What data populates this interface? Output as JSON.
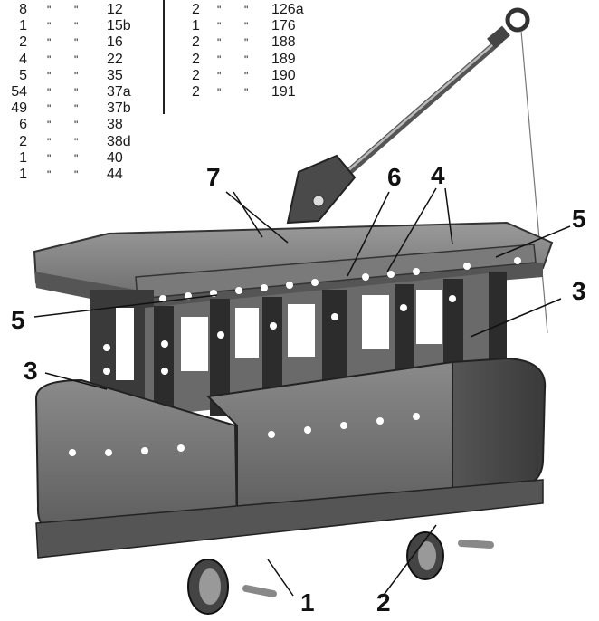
{
  "parts_list": {
    "left_column": [
      {
        "qty": "8",
        "ditto1": "\"",
        "ditto2": "\"",
        "part": "12"
      },
      {
        "qty": "1",
        "ditto1": "\"",
        "ditto2": "\"",
        "part": "15b"
      },
      {
        "qty": "2",
        "ditto1": "\"",
        "ditto2": "\"",
        "part": "16"
      },
      {
        "qty": "4",
        "ditto1": "\"",
        "ditto2": "\"",
        "part": "22"
      },
      {
        "qty": "5",
        "ditto1": "\"",
        "ditto2": "\"",
        "part": "35"
      },
      {
        "qty": "54",
        "ditto1": "\"",
        "ditto2": "\"",
        "part": "37a"
      },
      {
        "qty": "49",
        "ditto1": "\"",
        "ditto2": "\"",
        "part": "37b"
      },
      {
        "qty": "6",
        "ditto1": "\"",
        "ditto2": "\"",
        "part": "38"
      },
      {
        "qty": "2",
        "ditto1": "\"",
        "ditto2": "\"",
        "part": "38d"
      },
      {
        "qty": "1",
        "ditto1": "\"",
        "ditto2": "\"",
        "part": "40"
      },
      {
        "qty": "1",
        "ditto1": "\"",
        "ditto2": "\"",
        "part": "44"
      }
    ],
    "right_column": [
      {
        "qty": "2",
        "ditto1": "\"",
        "ditto2": "\"",
        "part": "126a"
      },
      {
        "qty": "1",
        "ditto1": "\"",
        "ditto2": "\"",
        "part": "176"
      },
      {
        "qty": "2",
        "ditto1": "\"",
        "ditto2": "\"",
        "part": "188"
      },
      {
        "qty": "2",
        "ditto1": "\"",
        "ditto2": "\"",
        "part": "189"
      },
      {
        "qty": "2",
        "ditto1": "\"",
        "ditto2": "\"",
        "part": "190"
      },
      {
        "qty": "2",
        "ditto1": "\"",
        "ditto2": "\"",
        "part": "191"
      }
    ]
  },
  "callouts": {
    "c7": "7",
    "c6": "6",
    "c4": "4",
    "c5_right": "5",
    "c3_right": "3",
    "c5_left": "5",
    "c3_left": "3",
    "c1": "1",
    "c2": "2"
  }
}
